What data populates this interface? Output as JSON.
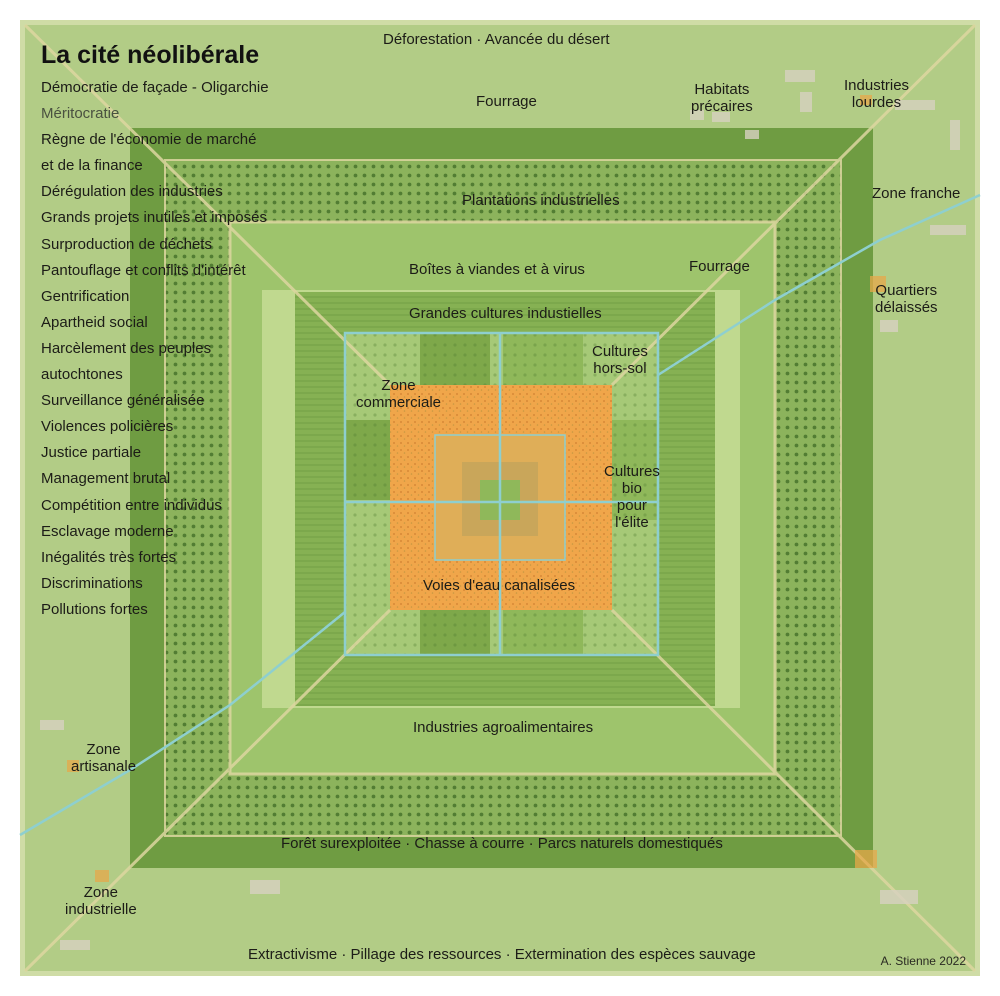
{
  "title": "La cité néolibérale",
  "characteristics": [
    {
      "text": "Démocratie de façade - Oligarchie",
      "muted": false
    },
    {
      "text": "Méritocratie",
      "muted": true
    },
    {
      "text": "Règne de l'économie de marché",
      "muted": false
    },
    {
      "text": "et de la finance",
      "muted": false
    },
    {
      "text": "Dérégulation des industries",
      "muted": false
    },
    {
      "text": "Grands projets inutiles et imposés",
      "muted": false
    },
    {
      "text": "Surproduction de déchets",
      "muted": false
    },
    {
      "text": "Pantouflage et conflits d'intérêt",
      "muted": false
    },
    {
      "text": "Gentrification",
      "muted": false
    },
    {
      "text": "Apartheid social",
      "muted": false
    },
    {
      "text": "Harcèlement des peuples",
      "muted": false
    },
    {
      "text": "autochtones",
      "muted": false
    },
    {
      "text": "Surveillance généralisée",
      "muted": false
    },
    {
      "text": "Violences policières",
      "muted": false
    },
    {
      "text": "Justice partiale",
      "muted": false
    },
    {
      "text": "Management brutal",
      "muted": false
    },
    {
      "text": "Compétition entre individus",
      "muted": false
    },
    {
      "text": "Esclavage moderne",
      "muted": false
    },
    {
      "text": "Inégalités très fortes",
      "muted": false
    },
    {
      "text": "Discriminations",
      "muted": false
    },
    {
      "text": "Pollutions fortes",
      "muted": false
    }
  ],
  "labels": {
    "deforestation": "Déforestation · Avancée du désert",
    "fourrage_top": "Fourrage",
    "habitats": [
      "Habitats",
      "précaires"
    ],
    "industries_lourdes": [
      "Industries",
      "lourdes"
    ],
    "plantations": "Plantations industrielles",
    "zone_franche": "Zone franche",
    "boites": "Boîtes à viandes et à virus",
    "fourrage_right": "Fourrage",
    "quartiers": [
      "Quartiers",
      "délaissés"
    ],
    "grandes_cultures": "Grandes cultures industielles",
    "hors_sol": [
      "Cultures",
      "hors-sol"
    ],
    "zone_commerciale": [
      "Zone",
      "commerciale"
    ],
    "cultures_bio": [
      "Cultures",
      "bio",
      "pour",
      "l'élite"
    ],
    "voies_eau": "Voies d'eau canalisées",
    "agro": "Industries agroalimentaires",
    "zone_artisanale": [
      "Zone",
      "artisanale"
    ],
    "foret": "Forêt surexploitée · Chasse à courre · Parcs naturels domestiqués",
    "zone_industrielle": [
      "Zone",
      "industrielle"
    ],
    "extractivisme": "Extractivisme · Pillage des ressources · Extermination des espèces sauvage"
  },
  "credit": "A. Stienne 2022",
  "palette": {
    "outer_border": "#cfdca6",
    "outer_field": "#b2cc86",
    "dark_band": "#6f9c42",
    "dotted_band": "#8cb35c",
    "medium_band": "#9ec46c",
    "light_band": "#c0d98f",
    "field_band": "#86b153",
    "center_orange": "#f0a64a",
    "center_inner": "#d9aa55",
    "water": "#8ecfcf",
    "road": "#e2dba5"
  }
}
